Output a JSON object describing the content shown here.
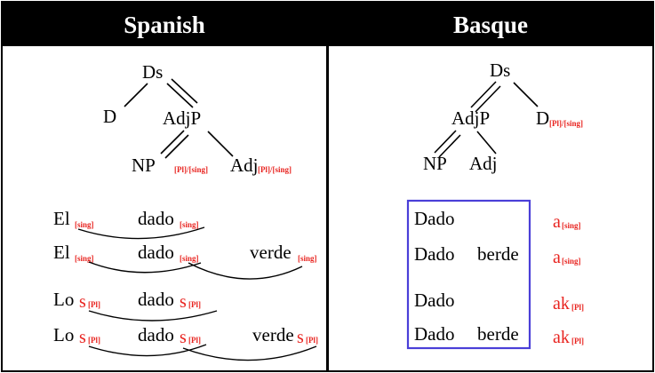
{
  "panels": {
    "spanish": {
      "title": "Spanish",
      "tree": {
        "root": "Ds",
        "d": "D",
        "adjp": "AdjP",
        "np": "NP",
        "np_features": "[Pl]/[sing]",
        "adj": "Adj",
        "adj_features": "[Pl]/[sing]"
      },
      "rows": [
        {
          "det": "El",
          "det_sub": "[sing]",
          "noun": "dado",
          "noun_sub": "[sing]"
        },
        {
          "det": "El",
          "det_sub": "[sing]",
          "noun": "dado",
          "noun_sub": "[sing]",
          "adj": "verde",
          "adj_sub": "[sing]"
        },
        {
          "det": "Lo",
          "det_s": "s",
          "det_sub": "[Pl]",
          "noun": "dado",
          "noun_s": "s",
          "noun_sub": "[Pl]"
        },
        {
          "det": "Lo",
          "det_s": "s",
          "det_sub": "[Pl]",
          "noun": "dado",
          "noun_s": "s",
          "noun_sub": "[Pl]",
          "adj": "verde",
          "adj_s": "s",
          "adj_sub": "[Pl]"
        }
      ]
    },
    "basque": {
      "title": "Basque",
      "tree": {
        "root": "Ds",
        "adjp": "AdjP",
        "d": "D",
        "d_features": "[Pl]/[sing]",
        "np": "NP",
        "adj": "Adj"
      },
      "rows": [
        {
          "noun": "Dado",
          "suffix": "a",
          "suffix_sub": "[sing]"
        },
        {
          "noun": "Dado",
          "adj": "berde",
          "suffix": "a",
          "suffix_sub": "[sing]"
        },
        {
          "noun": "Dado",
          "suffix": "ak",
          "suffix_sub": "[Pl]"
        },
        {
          "noun": "Dado",
          "adj": "berde",
          "suffix": "ak",
          "suffix_sub": "[Pl]"
        }
      ]
    }
  },
  "colors": {
    "header_bg": "#000000",
    "header_text": "#ffffff",
    "feature_red": "#e8231f",
    "box_blue": "#4a3fd8"
  }
}
